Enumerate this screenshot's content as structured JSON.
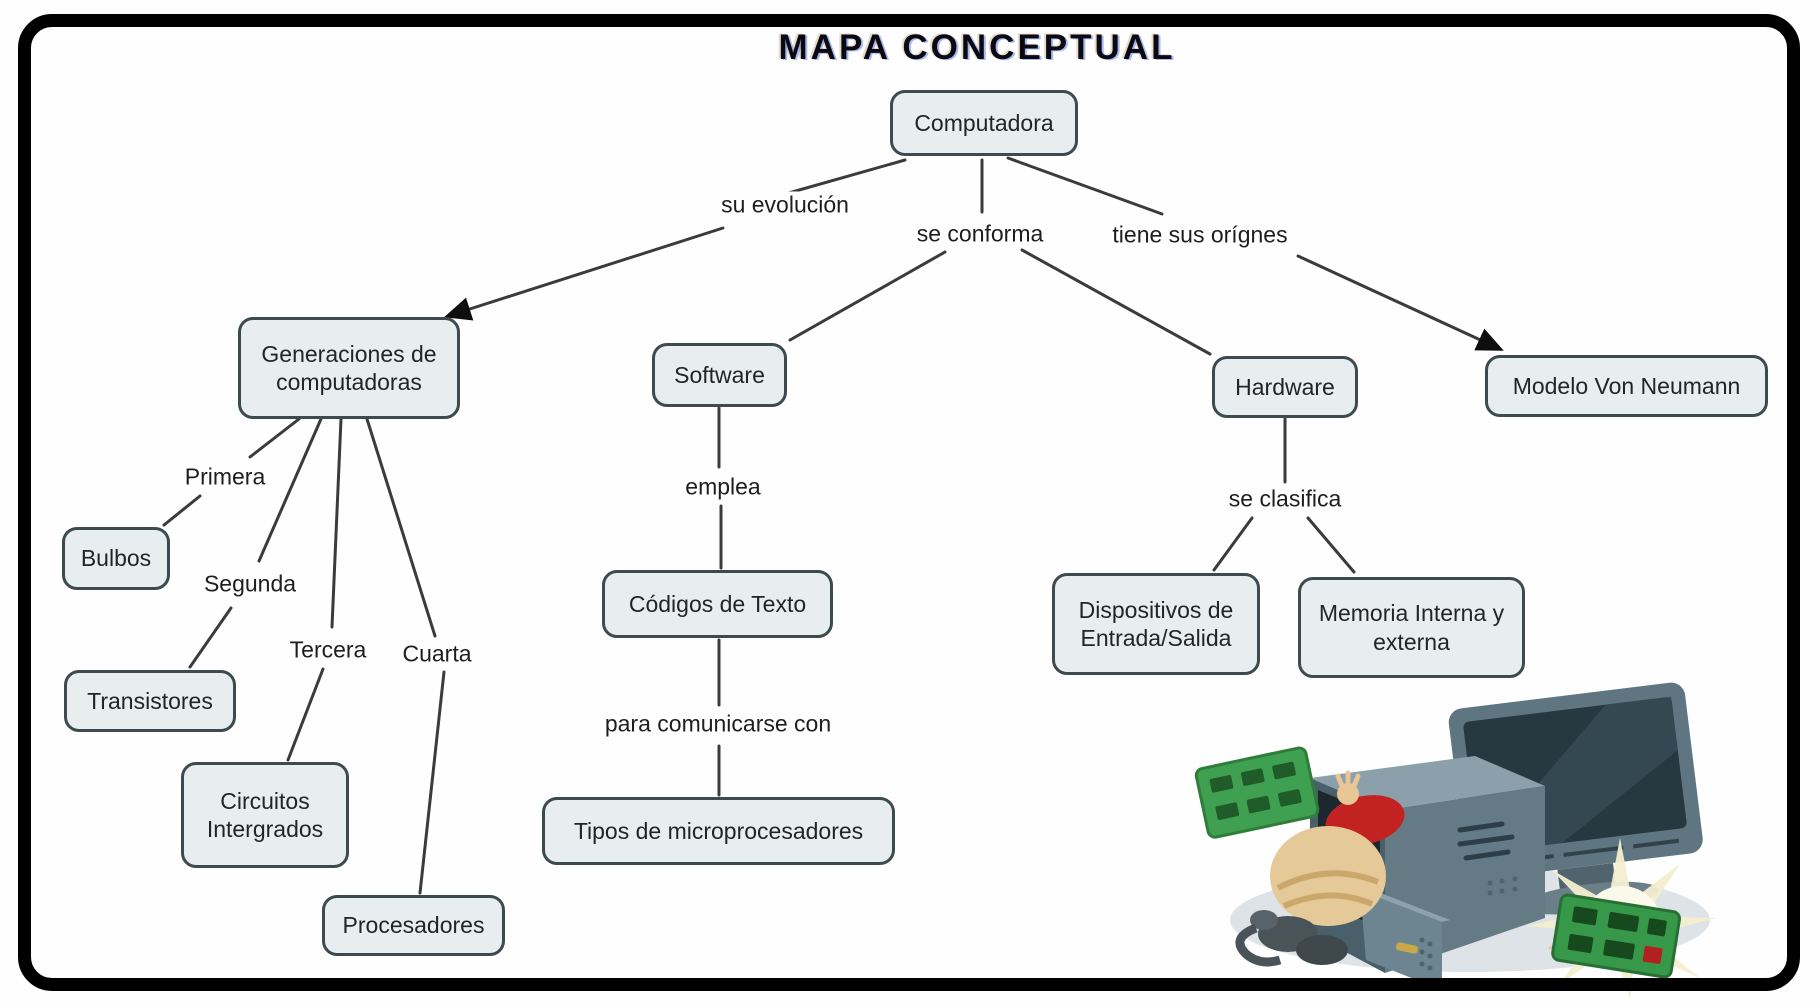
{
  "title": "MAPA CONCEPTUAL",
  "nodes": {
    "computadora": "Computadora",
    "generaciones": "Generaciones de computadoras",
    "software": "Software",
    "hardware": "Hardware",
    "von_neumann": "Modelo Von Neumann",
    "bulbos": "Bulbos",
    "transistores": "Transistores",
    "circuitos": "Circuitos Intergrados",
    "procesadores": "Procesadores",
    "codigos": "Códigos de Texto",
    "tipos": "Tipos de microprocesadores",
    "dispositivos": "Dispositivos de Entrada/Salida",
    "memoria": "Memoria Interna y externa"
  },
  "edges": {
    "su_evolucion": "su evolución",
    "se_conforma": "se conforma",
    "tiene_origenes": "tiene sus orígnes",
    "primera": "Primera",
    "segunda": "Segunda",
    "tercera": "Tercera",
    "cuarta": "Cuarta",
    "emplea": "emplea",
    "para_comunicarse": "para comunicarse con",
    "se_clasifica": "se clasifica"
  },
  "colors": {
    "node_bg": "#e8eef0",
    "node_border": "#3d4a4e",
    "line": "#3b3b3b",
    "frame": "#000000"
  },
  "illustration": {
    "name": "computer-hardware-clipart",
    "description": "Open PC tower with technician inside, monitor and circuit boards"
  }
}
